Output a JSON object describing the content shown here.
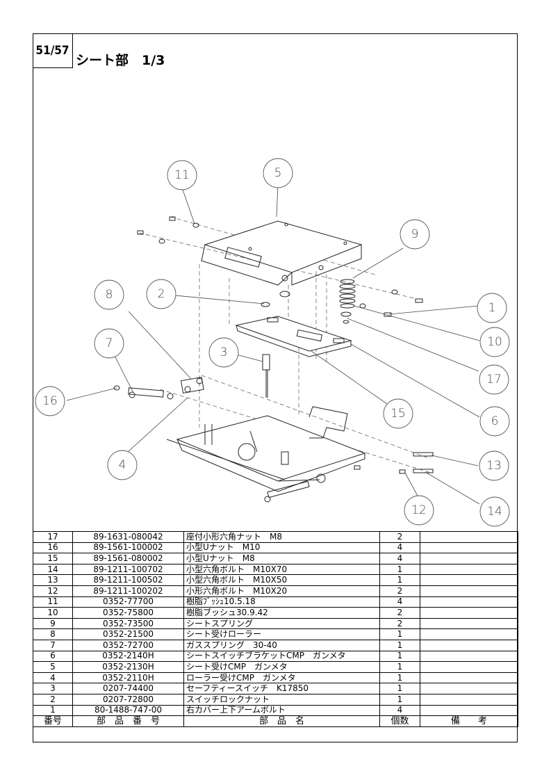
{
  "header": {
    "page_number": "51/57",
    "title": "シート部　1/3"
  },
  "callouts": [
    "1",
    "2",
    "3",
    "4",
    "5",
    "6",
    "7",
    "8",
    "9",
    "10",
    "11",
    "12",
    "13",
    "14",
    "15",
    "16",
    "17"
  ],
  "table": {
    "headers": {
      "no": "番号",
      "code": "部　品　番　号",
      "name": "部　品　名",
      "qty": "個数",
      "remarks": "備　　考"
    },
    "rows": [
      {
        "no": "17",
        "code": "89-1631-080042",
        "name": "座付小形六角ナット　M8",
        "qty": "2",
        "remarks": ""
      },
      {
        "no": "16",
        "code": "89-1561-100002",
        "name": "小型Uナット　M10",
        "qty": "4",
        "remarks": ""
      },
      {
        "no": "15",
        "code": "89-1561-080002",
        "name": "小型Uナット　M8",
        "qty": "4",
        "remarks": ""
      },
      {
        "no": "14",
        "code": "89-1211-100702",
        "name": "小型六角ボルト　M10X70",
        "qty": "1",
        "remarks": ""
      },
      {
        "no": "13",
        "code": "89-1211-100502",
        "name": "小型六角ボルト　M10X50",
        "qty": "1",
        "remarks": ""
      },
      {
        "no": "12",
        "code": "89-1211-100202",
        "name": "小形六角ボルト　M10X20",
        "qty": "2",
        "remarks": ""
      },
      {
        "no": "11",
        "code": "0352-77700",
        "name": "樹脂ﾌﾞｯｼｭ10.5.18",
        "qty": "4",
        "remarks": ""
      },
      {
        "no": "10",
        "code": "0352-75800",
        "name": "樹脂ブッシュ30.9.42",
        "qty": "2",
        "remarks": ""
      },
      {
        "no": "9",
        "code": "0352-73500",
        "name": "シートスプリング",
        "qty": "2",
        "remarks": ""
      },
      {
        "no": "8",
        "code": "0352-21500",
        "name": "シート受けローラー",
        "qty": "1",
        "remarks": ""
      },
      {
        "no": "7",
        "code": "0352-72700",
        "name": "ガススプリング　30-40",
        "qty": "1",
        "remarks": ""
      },
      {
        "no": "6",
        "code": "0352-2140H",
        "name": "シートスイッチブラケットCMP　ガンメタ",
        "qty": "1",
        "remarks": ""
      },
      {
        "no": "5",
        "code": "0352-2130H",
        "name": "シート受けCMP　ガンメタ",
        "qty": "1",
        "remarks": ""
      },
      {
        "no": "4",
        "code": "0352-2110H",
        "name": "ローラー受けCMP　ガンメタ",
        "qty": "1",
        "remarks": ""
      },
      {
        "no": "3",
        "code": "0207-74400",
        "name": "セーフティースイッチ　K17850",
        "qty": "1",
        "remarks": ""
      },
      {
        "no": "2",
        "code": "0207-72800",
        "name": "スイッチロックナット",
        "qty": "1",
        "remarks": ""
      },
      {
        "no": "1",
        "code": "80-1488-747-00",
        "name": "右カバー上下アームボルト",
        "qty": "4",
        "remarks": ""
      }
    ]
  }
}
